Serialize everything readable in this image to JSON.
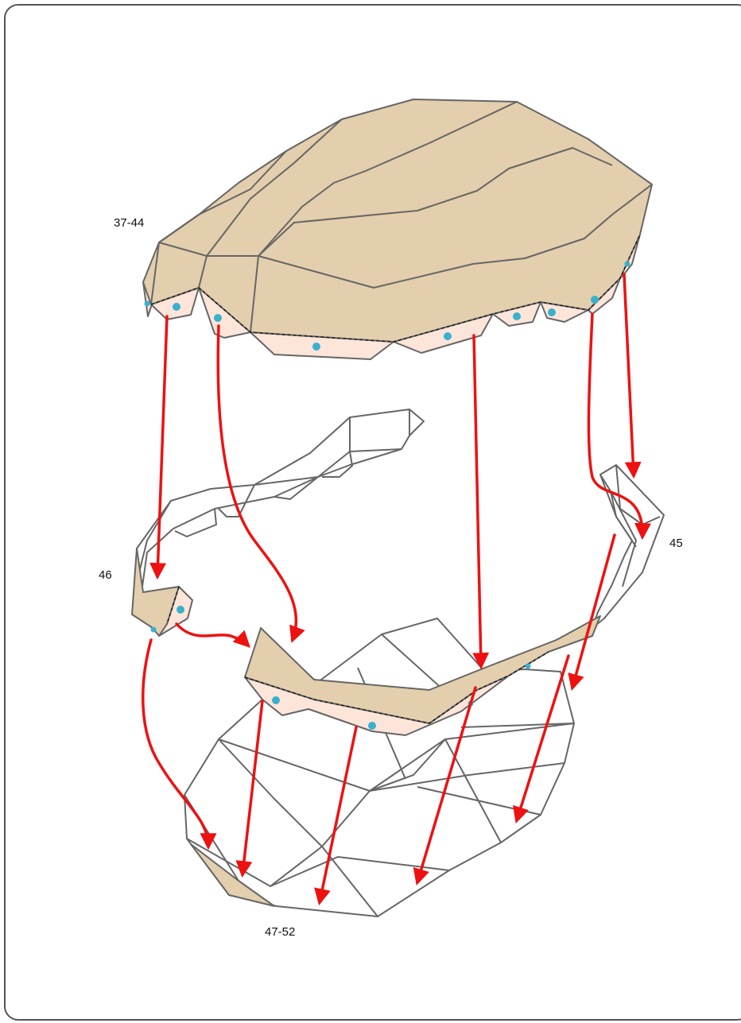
{
  "labels": {
    "top_group": "37-44",
    "right_piece": "45",
    "left_piece": "46",
    "bottom_group": "47-52"
  },
  "colors": {
    "tan": "#e3cfad",
    "flap": "#fde5da",
    "outline": "#666666",
    "arrow": "#ee1111",
    "dot": "#3ab0cc",
    "frame": "#555555"
  }
}
